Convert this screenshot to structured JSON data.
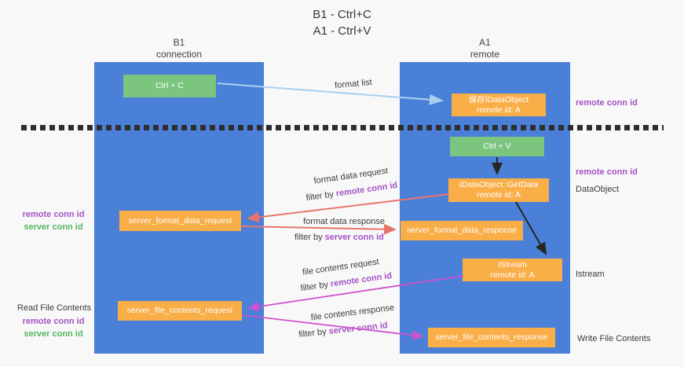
{
  "title": {
    "line1": "B1 - Ctrl+C",
    "line2": "A1 - Ctrl+V"
  },
  "columns": {
    "left": {
      "header_line1": "B1",
      "header_line2": "connection"
    },
    "right": {
      "header_line1": "A1",
      "header_line2": "remote"
    }
  },
  "nodes": {
    "ctrl_c": {
      "label": "Ctrl + C"
    },
    "save_idataobject": {
      "line1": "保存IDataObject",
      "line2": "remote id: A"
    },
    "ctrl_v": {
      "label": "Ctrl + V"
    },
    "getdata": {
      "line1": "IDataObject::GetData",
      "line2": "remote id: A"
    },
    "format_request": {
      "label": "server_format_data_request"
    },
    "format_response": {
      "label": "server_format_data_response"
    },
    "istream": {
      "line1": "IStream",
      "line2": "remote id: A"
    },
    "file_request": {
      "label": "server_file_contents_request"
    },
    "file_response": {
      "label": "server_file_contents_response"
    }
  },
  "strings": {
    "filter_by": "filter by",
    "remote_conn_id": "remote conn id",
    "server_conn_id": "server conn id"
  },
  "flow_labels": {
    "format_list": "format list",
    "format_data_request": "format data request",
    "format_data_response": "format data response",
    "file_contents_request": "file contents request",
    "file_contents_response": "file contents response"
  },
  "side_labels": {
    "read_file_contents": "Read File Contents",
    "dataobject": "DataObject",
    "istream": "Istream",
    "write_file_contents": "Write File Contents"
  },
  "colors": {
    "column_blue": "#4a80d8",
    "node_green": "#7cc57e",
    "node_orange": "#f9ae48",
    "label_purple": "#a352c5",
    "label_green": "#55b761",
    "arrow_light_blue": "#a9cfee",
    "arrow_salmon": "#e8756d",
    "arrow_magenta": "#cf52cd",
    "arrow_black": "#262626"
  }
}
